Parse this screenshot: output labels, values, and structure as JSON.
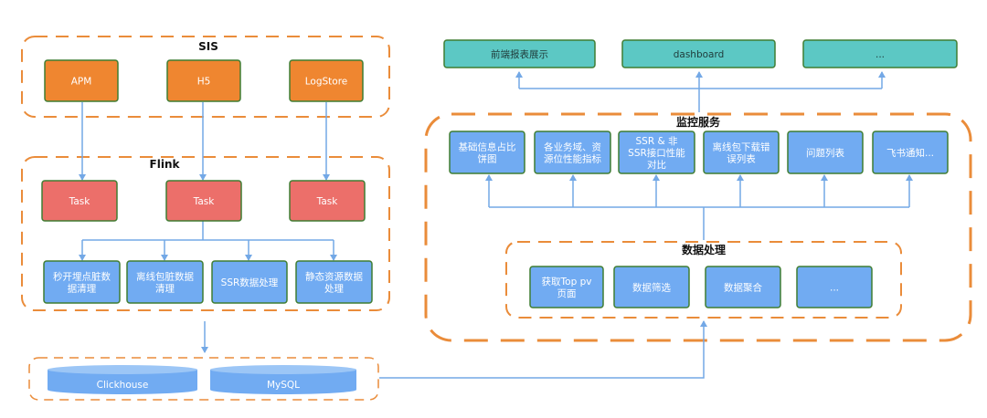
{
  "colors": {
    "orange_fill": "#ef8630",
    "red_fill": "#ec6f6a",
    "blue_fill": "#71abf2",
    "teal_fill": "#5cc8c4",
    "group_border": "#ea8c3a",
    "arrow": "#73a8e6",
    "box_border": "#3f7d32"
  },
  "groups": {
    "sis": "SIS",
    "flink": "Flink",
    "monitor": "监控服务",
    "processing": "数据处理"
  },
  "sis_sources": [
    {
      "lines": [
        "APM"
      ]
    },
    {
      "lines": [
        "H5"
      ]
    },
    {
      "lines": [
        "LogStore"
      ]
    }
  ],
  "flink_tasks": [
    {
      "lines": [
        "Task"
      ]
    },
    {
      "lines": [
        "Task"
      ]
    },
    {
      "lines": [
        "Task"
      ]
    }
  ],
  "cleaning_steps": [
    {
      "lines": [
        "秒开埋点脏数",
        "据清理"
      ]
    },
    {
      "lines": [
        "离线包脏数据",
        "清理"
      ]
    },
    {
      "lines": [
        "SSR数据处理"
      ]
    },
    {
      "lines": [
        "静态资源数据",
        "处理"
      ]
    }
  ],
  "databases": [
    {
      "label": "Clickhouse"
    },
    {
      "label": "MySQL"
    }
  ],
  "frontends": [
    {
      "lines": [
        "前端报表展示"
      ]
    },
    {
      "lines": [
        "dashboard"
      ]
    },
    {
      "lines": [
        "..."
      ]
    }
  ],
  "monitor_items": [
    {
      "lines": [
        "基础信息占比",
        "饼图"
      ]
    },
    {
      "lines": [
        "各业务域、资",
        "源位性能指标"
      ]
    },
    {
      "lines": [
        "SSR & 非",
        "SSR接口性能",
        "对比"
      ]
    },
    {
      "lines": [
        "离线包下载错",
        "误列表"
      ]
    },
    {
      "lines": [
        "问题列表"
      ]
    },
    {
      "lines": [
        "飞书通知..."
      ]
    }
  ],
  "processing_steps": [
    {
      "lines": [
        "获取Top pv",
        "页面"
      ]
    },
    {
      "lines": [
        "数据筛选"
      ]
    },
    {
      "lines": [
        "数据聚合"
      ]
    },
    {
      "lines": [
        "..."
      ]
    }
  ]
}
